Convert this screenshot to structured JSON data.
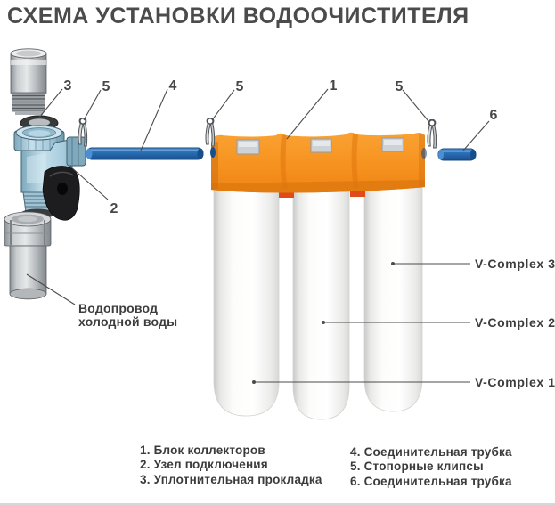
{
  "title": "СХЕМА УСТАНОВКИ ВОДООЧИСТИТЕЛЯ",
  "callouts": [
    {
      "num": "1"
    },
    {
      "num": "2"
    },
    {
      "num": "3"
    },
    {
      "num": "4"
    },
    {
      "num": "5"
    },
    {
      "num": "5"
    },
    {
      "num": "5"
    },
    {
      "num": "6"
    }
  ],
  "labels": {
    "cold_water_line1": "Водопровод",
    "cold_water_line2": "холодной воды",
    "filter3": "V-Complex 3",
    "filter2": "V-Complex 2",
    "filter1": "V-Complex 1"
  },
  "legend": {
    "left": [
      "1. Блок коллекторов",
      "2. Узел подключения",
      "3. Уплотнительная прокладка"
    ],
    "right": [
      "4. Соединительная трубка",
      "5. Стопорные клипсы",
      "6. Соединительная трубка"
    ]
  },
  "colors": {
    "manifold_orange": "#f6921e",
    "tube_blue": "#2b71b8",
    "valve_blue": "#a6cbdd",
    "filter_white": "#fbfbfa",
    "text_gray": "#3d3d3d"
  }
}
